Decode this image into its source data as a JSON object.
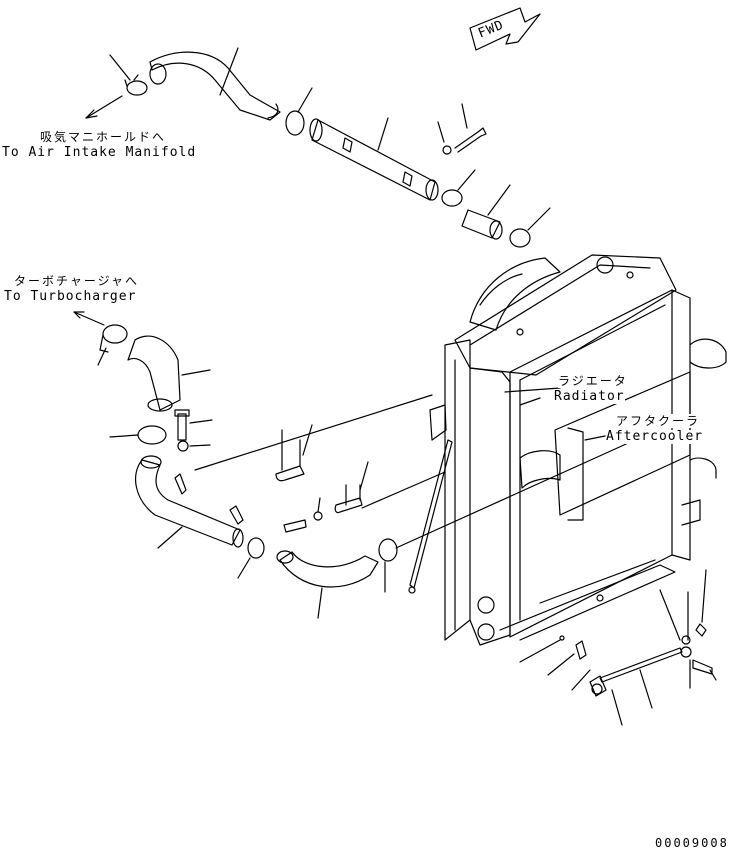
{
  "header": {
    "fwd_label": "FWD"
  },
  "callouts": {
    "intake_jp": "吸気マニホールドへ",
    "intake_en": "To Air Intake Manifold",
    "turbo_jp": "ターボチャージャへ",
    "turbo_en": "To Turbocharger",
    "radiator_jp": "ラジエータ",
    "radiator_en": "Radiator",
    "aftercooler_jp": "アフタクーラ",
    "aftercooler_en": "Aftercooler"
  },
  "footer": {
    "drawing_number": "00009008"
  },
  "style": {
    "line_color": "#000000",
    "background": "#ffffff"
  }
}
